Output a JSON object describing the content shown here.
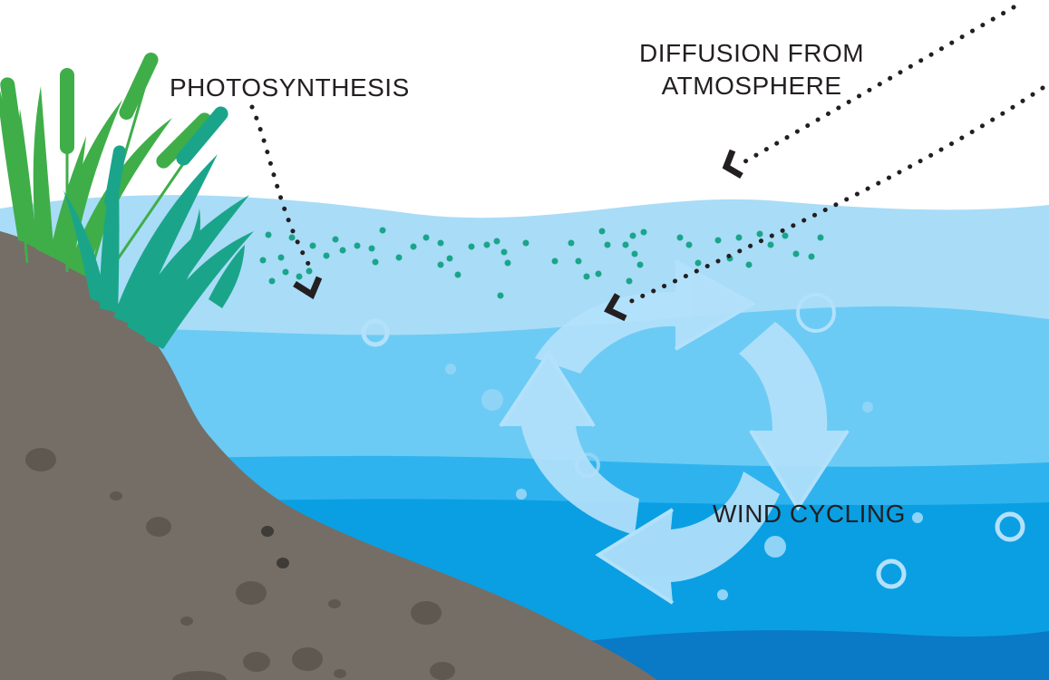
{
  "labels": {
    "photosynthesis": "PHOTOSYNTHESIS",
    "diffusion_line1": "DIFFUSION FROM",
    "diffusion_line2": "ATMOSPHERE",
    "wind_cycling": "WIND CYCLING"
  },
  "colors": {
    "water_surface": "#a9dcf7",
    "water_upper": "#6ccbf4",
    "water_mid": "#2fb3ee",
    "water_deep": "#0a9fe3",
    "water_bottom": "#0a79c6",
    "soil": "#756e66",
    "soil_stone": "#5e5851",
    "plant_green": "#3fae49",
    "plant_teal": "#1aa58a",
    "oxygen_dot": "#1aa58a",
    "cycle_arrow": "#b3e1fb",
    "text": "#231f20"
  }
}
